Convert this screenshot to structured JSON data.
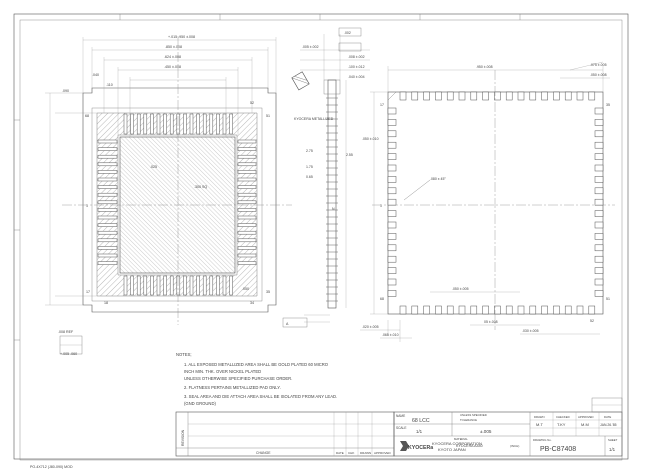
{
  "drawing_number": "PB-C87408",
  "title_block": {
    "company_line1": "KYOCERA CORPORATION",
    "company_line2": "KYOTO JAPAN",
    "logo_text": "KYOCERa",
    "name_label": "NAME",
    "name_value": "68 LCC",
    "scale_label": "SCALE",
    "scale_value": "1/1",
    "unless_specified": "UNLESS SPECIFIED",
    "tolerance_label": "TOLERANCE",
    "tolerance_value": "±.005",
    "material_label": "MATERIAL",
    "material_value": "KYOCERA A440",
    "unit_label": "(INCH)",
    "drawn_label": "DRAWN",
    "checked_label": "CHECKED",
    "approved_label": "APPROVED",
    "date_label": "DATE",
    "drawn_value": "M.T",
    "checked_value": "T.KY",
    "approved_value": "M.M",
    "date_value": "JAN.26.'85",
    "dwg_no_label": "DRAWING No.",
    "sheet_label": "SHEET",
    "sheet_value": "1/1",
    "revision_header": "REVISION",
    "revision_change": "CHANGE",
    "revision_cols": [
      "DATE",
      "CHK",
      "DRAWN",
      "APPROVED"
    ]
  },
  "notes": {
    "heading": "NOTES;",
    "items": [
      "1. ALL EXPOSED METALLIZED AREA SHALL BE GOLD PLATED 60 MICRO",
      "   INCH MIN. THK. OVER NICKEL PLATED",
      "   UNLESS OTHERWISE SPECIFIED PURCHASE ORDER.",
      "2. FLATNESS PERTAINS METALLIZED PAD ONLY.",
      "3. SEAL AREA AND DIE ATTACH AREA SHALL BE ISOLATED FROM ANY LEAD.",
      "   (GND GROUND)"
    ]
  },
  "form_number": "PO-4X712 (J80-090) MOD",
  "left_view": {
    "dimensions": {
      "overall": "+.015 .950 ±.008",
      "outer_pattern": ".850 ±.008",
      "pad_window": ".624 ±.008",
      "cavity": ".450 ±.008",
      "chamfer": ".040",
      "side_a": ".090",
      "side_b": ".110",
      "die_area": ".300 SQ",
      "lead_width": ".025",
      "pitch": ".050",
      "bottom_note": ".008 REF"
    },
    "pin_labels": [
      "68",
      "1",
      "17",
      "18",
      "34",
      "35",
      "51",
      "52"
    ],
    "callouts": [
      "+.005 .060",
      "A"
    ]
  },
  "middle_view": {
    "dimensions": [
      ".005 ±.002",
      ".008 ±.002",
      ".100 ±.012",
      ".040 ±.004",
      "2.75",
      "1.75",
      "2.55",
      "0.65"
    ],
    "callouts": [
      "KYOCERA METALLIZED",
      "N"
    ],
    "flatness": ".002"
  },
  "right_view": {
    "dimensions": {
      "overall": ".950 ±.008",
      "pad_length": ".075 ±.005",
      "pad_length_2": ".050 ±.008",
      "index": ".080 x 45°",
      "pitch": ".050 ±.005",
      "bottom_a": ".020 ±.005",
      "bottom_b": ".065 ±.010",
      "side": ".050 ±.010",
      "spacing": "05 ±.008",
      "corner": ".030 ±.005"
    },
    "pin_labels": [
      "1",
      "17",
      "35",
      "51",
      "68",
      "52"
    ]
  }
}
